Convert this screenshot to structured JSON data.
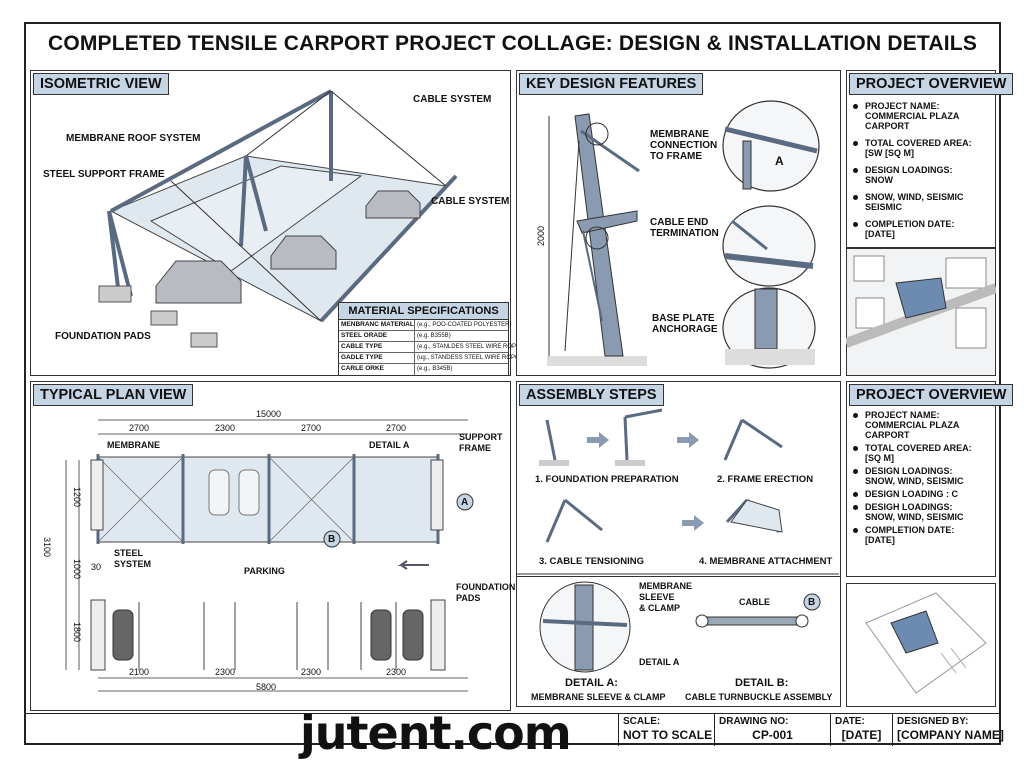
{
  "title": "COMPLETED TENSILE CARPORT PROJECT COLLAGE: DESIGN & INSTALLATION DETAILS",
  "isometric": {
    "header": "ISOMETRIC VIEW",
    "labels": {
      "cable1": "CABLE SYSTEM",
      "membrane": "MEMBRANE ROOF SYSTEM",
      "steel": "STEEL SUPPORT FRAME",
      "cable2": "CABLE SYSTEM",
      "pads": "FOUNDATION PADS"
    },
    "specs": {
      "title": "MATERIAL SPECIFICATIONS",
      "rows": [
        [
          "MENBRANC MATERIAL",
          "(e.g., POO-COATED POLYESTER)"
        ],
        [
          "STEEL ORADE",
          "(e.g. B355B)"
        ],
        [
          "CABLE TYPE",
          "(e.g., STANLDES STEEL WIRE ROPE)"
        ],
        [
          "GADLE TYPE",
          "(ug., STANDESS STEEL WIRE ROPC)"
        ],
        [
          "CARLE ORKE",
          "(e.g., B345B)"
        ]
      ]
    }
  },
  "features": {
    "header": "KEY DESIGN FEATURES",
    "dim": "2000",
    "labels": {
      "membrane": "MEMBRANE\nCONNECTION\nTO FRAME",
      "cable": "CABLE END\nTERMINATION",
      "base": "BASE PLATE\nANCHORAGE",
      "detail": "A"
    }
  },
  "overview1": {
    "header": "PROJECT OVERVIEW",
    "items": [
      [
        "PROJECT NAME:",
        "COMMERCIAL PLAZA CARPORT"
      ],
      [
        "TOTAL COVERED AREA:",
        "[SW [SQ M]"
      ],
      [
        "DESIGN LOADINGS:",
        "SNOW"
      ],
      [
        "SNOW, WIND, SEISMIC",
        "SEISMIC"
      ],
      [
        "COMPLETION DATE:",
        "[DATE]"
      ]
    ]
  },
  "plan": {
    "header": "TYPICAL PLAN VIEW",
    "total_top": "15000",
    "top_dims": [
      "2700",
      "2300",
      "2700",
      "2700"
    ],
    "bottom_dims": [
      "2100",
      "2300",
      "2300",
      "2300"
    ],
    "total_bottom": "5800",
    "side_dims": [
      "1200",
      "1000",
      "1800"
    ],
    "side_total": "3100",
    "offset": "30",
    "labels": {
      "membrane": "MEMBRANE",
      "detail": "DETAIL A",
      "support": "SUPPORT\nFRAME",
      "steel": "STEEL\nSYSTEM",
      "parking": "PARKING",
      "pads": "FOUNDATION\nPADS",
      "a": "A",
      "b": "B"
    }
  },
  "assembly": {
    "header": "ASSEMBLY STEPS",
    "steps": [
      "1. FOUNDATION PREPARATION",
      "2. FRAME ERECTION",
      "3. CABLE TENSIONING",
      "4. MEMBRANE ATTACHMENT"
    ],
    "detailA": {
      "label1": "MEMBRANE\nSLEEVE\n& CLAMP",
      "label2": "DETAIL A",
      "title": "DETAIL A:",
      "subtitle": "MEMBRANE SLEEVE & CLAMP"
    },
    "detailB": {
      "label1": "CABLE",
      "badge": "B",
      "title": "DETAIL B:",
      "subtitle": "CABLE TURNBUCKLE ASSEMBLY"
    }
  },
  "overview2": {
    "header": "PROJECT OVERVIEW",
    "items": [
      [
        "PROJECT NAME:",
        "COMMERCIAL PLAZA CARPORT"
      ],
      [
        "TOTAL COVERED AREA:",
        "[SQ M]"
      ],
      [
        "DESIGN LOADINGS:",
        "SNOW, WIND, SEISMIC"
      ],
      [
        "DESIGN LOADING : C",
        ""
      ],
      [
        "DESIGH LOADINGS:",
        "SNOW, WIND, SEISMIC"
      ],
      [
        "COMPLETION DATE:",
        "[DATE]"
      ]
    ]
  },
  "titleblock": {
    "scale_label": "SCALE:",
    "scale_value": "NOT TO SCALE",
    "drawing_label": "DRAWING NO:",
    "drawing_value": "CP-001",
    "date_label": "DATE:",
    "date_value": "[DATE]",
    "designer_label": "DESIGNED BY:",
    "designer_value": "[COMPANY NAME]"
  },
  "watermark": "jutent.com",
  "colors": {
    "steel": "#8a9ab0",
    "membrane": "#dfe7ef",
    "header": "#c6d5e4"
  }
}
